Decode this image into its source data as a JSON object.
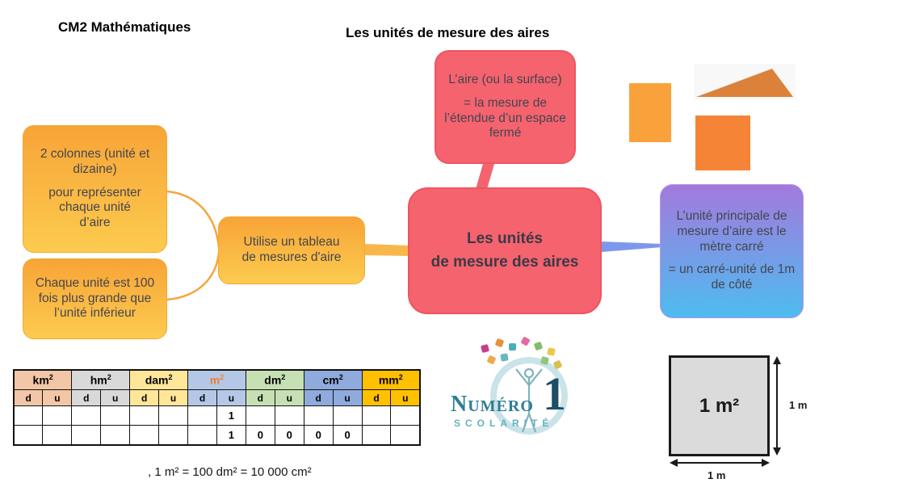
{
  "page": {
    "course_label": "CM2 Mathématiques",
    "title": "Les unités de mesure des aires"
  },
  "mindmap": {
    "definition_box": {
      "para1": "L’aire (ou la surface)",
      "para2": "= la mesure de l’étendue d’un espace fermé"
    },
    "center_box": {
      "line1": "Les unités",
      "line2": "de mesure des aires"
    },
    "columns_box": {
      "para1": "2 colonnes (unité et dizaine)",
      "para2": "pour représenter chaque unité d’aire"
    },
    "scale_box": {
      "text": "Chaque unité est 100 fois plus grande que l’unité inférieur"
    },
    "table_box": {
      "text": "Utilise un tableau de mesures d'aire"
    },
    "unit_box": {
      "para1": "L’unité principale de mesure d’aire est le mètre carré",
      "para2": "= un carré-unité de 1m de côté"
    }
  },
  "colors": {
    "node_pink": "#F4636E",
    "node_orange_top": "#F7A437",
    "node_orange_bottom": "#FCCB4F",
    "node_purple_top": "#A379DD",
    "node_blue_bottom": "#4DBCEF",
    "connector_orange": "#F9B64B",
    "connector_blue": "#7E97EE",
    "connector_pink": "#F4636E",
    "shape_rectangle": "#F9A23B",
    "shape_triangle": "#DC8139",
    "shape_square": "#F58437",
    "text_dark": "#45454F"
  },
  "measure_table": {
    "units": [
      {
        "label": "km",
        "sup": "2",
        "bg": "#F2C6A6",
        "text_color": "#000000"
      },
      {
        "label": "hm",
        "sup": "2",
        "bg": "#D9D9D9",
        "text_color": "#000000"
      },
      {
        "label": "dam",
        "sup": "2",
        "bg": "#FFE699",
        "text_color": "#000000"
      },
      {
        "label": "m",
        "sup": "2",
        "bg": "#B4C7E7",
        "text_color": "#ED7D31"
      },
      {
        "label": "dm",
        "sup": "2",
        "bg": "#C6E0B4",
        "text_color": "#000000"
      },
      {
        "label": "cm",
        "sup": "2",
        "bg": "#8FAADC",
        "text_color": "#000000"
      },
      {
        "label": "mm",
        "sup": "2",
        "bg": "#FFC000",
        "text_color": "#000000"
      }
    ],
    "subheaders": [
      "d",
      "u"
    ],
    "rows": [
      [
        "",
        "",
        "",
        "",
        "",
        "",
        "",
        "1",
        "",
        "",
        "",
        "",
        "",
        ""
      ],
      [
        "",
        "",
        "",
        "",
        "",
        "",
        "",
        "1",
        "0",
        "0",
        "0",
        "0",
        "",
        ""
      ]
    ]
  },
  "formula": ", 1 m² = 100 dm² = 10 000 cm²",
  "logo": {
    "brand": "Numéro",
    "number": "1",
    "subtitle": "scolarité",
    "confetti_colors": [
      "#C73E8C",
      "#E8903A",
      "#4AAFB8",
      "#E26A9C",
      "#7FBF6B",
      "#E9C84C",
      "#F0A94E",
      "#68B8C4",
      "#93C47D",
      "#D8C04F"
    ]
  },
  "unit_square": {
    "area_label": "1 m²",
    "height_label": "1 m",
    "width_label": "1 m"
  }
}
